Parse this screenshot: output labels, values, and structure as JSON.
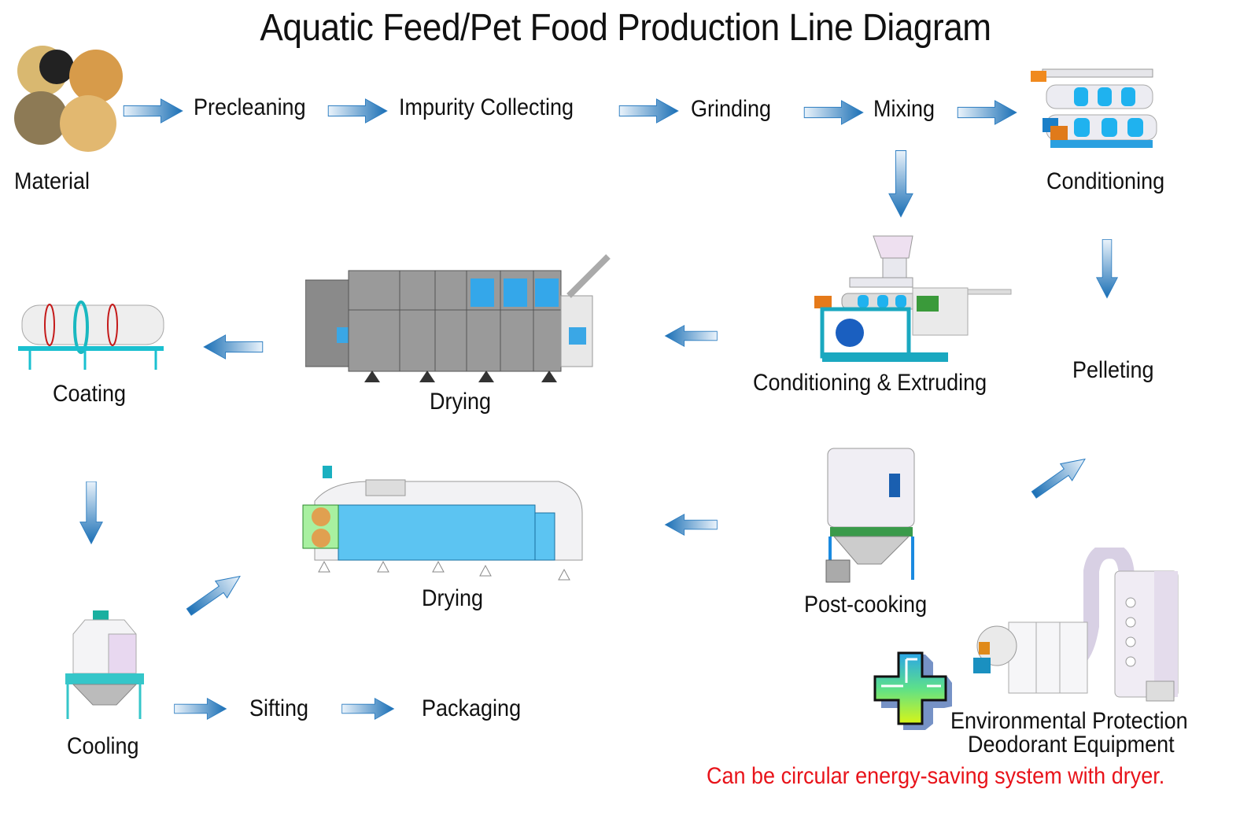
{
  "title": "Aquatic Feed/Pet Food Production Line Diagram",
  "colors": {
    "arrow_dark": "#1a6fb5",
    "arrow_light": "#e8f1fa",
    "note_red": "#e8131a",
    "machine_blue": "#4cc3f0",
    "machine_teal": "#35c6c9",
    "machine_gray": "#9a9a9a"
  },
  "steps": {
    "material": "Material",
    "precleaning": "Precleaning",
    "impurity_collecting": "Impurity Collecting",
    "grinding": "Grinding",
    "mixing": "Mixing",
    "conditioning": "Conditioning",
    "conditioning_extruding": "Conditioning & Extruding",
    "pelleting": "Pelleting",
    "drying_1": "Drying",
    "coating": "Coating",
    "post_cooking": "Post-cooking",
    "drying_2": "Drying",
    "cooling": "Cooling",
    "sifting": "Sifting",
    "packaging": "Packaging"
  },
  "environmental": {
    "line1": "Environmental Protection",
    "line2": "Deodorant Equipment",
    "note": "Can be circular energy-saving system with dryer."
  }
}
